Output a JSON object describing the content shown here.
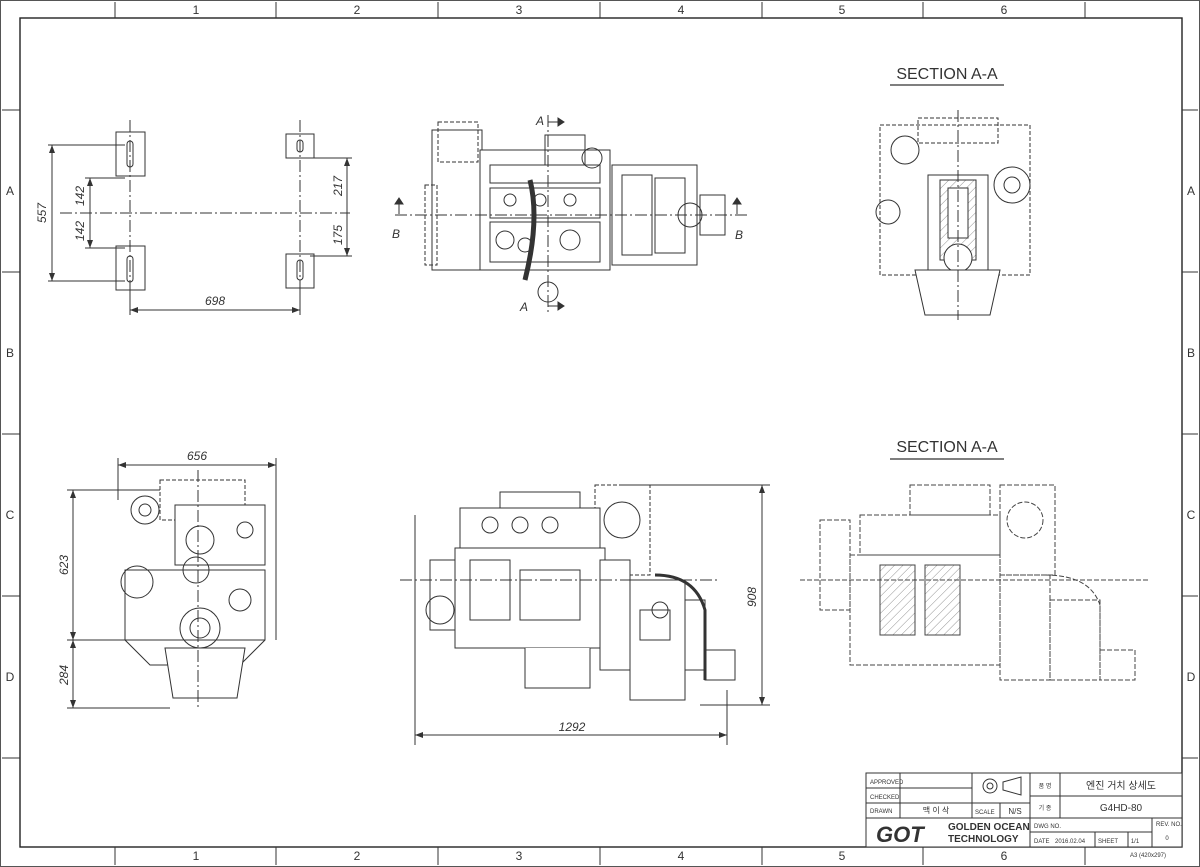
{
  "zones": {
    "columns": [
      "1",
      "2",
      "3",
      "4",
      "5",
      "6"
    ],
    "rows": [
      "A",
      "B",
      "C",
      "D"
    ]
  },
  "mount_plan": {
    "dim_557": "557",
    "dim_142_top": "142",
    "dim_142_bottom": "142",
    "dim_217": "217",
    "dim_175": "175",
    "dim_698": "698"
  },
  "top_view": {
    "section_mark_a": "A",
    "section_mark_b": "B"
  },
  "section_titles": [
    "SECTION A-A",
    "SECTION A-A"
  ],
  "front_view": {
    "dim_656": "656",
    "dim_623": "623",
    "dim_284": "284"
  },
  "side_view": {
    "dim_908": "908",
    "dim_1292": "1292"
  },
  "title_block": {
    "approved_label": "APPROVED",
    "checked_label": "CHECKED",
    "drawn_label": "DRAWN",
    "drawn_name": "맥 이 삭",
    "scale_label": "SCALE",
    "scale_value": "N/S",
    "title_field_label": "품 명",
    "title_value": "엔진 거치 상세도",
    "model_field_label": "기 종",
    "model_value": "G4HD-80",
    "dwg_no_label": "DWG NO.",
    "date_label": "DATE",
    "date_value": "2016.02.04",
    "sheet_label": "SHEET",
    "sheet_value": "1/1",
    "rev_label": "REV. NO.",
    "rev_value": "0",
    "logo_text": "GOT",
    "company_line1": "GOLDEN OCEAN",
    "company_line2": "TECHNOLOGY",
    "paper_size": "A3 (420x297)"
  }
}
